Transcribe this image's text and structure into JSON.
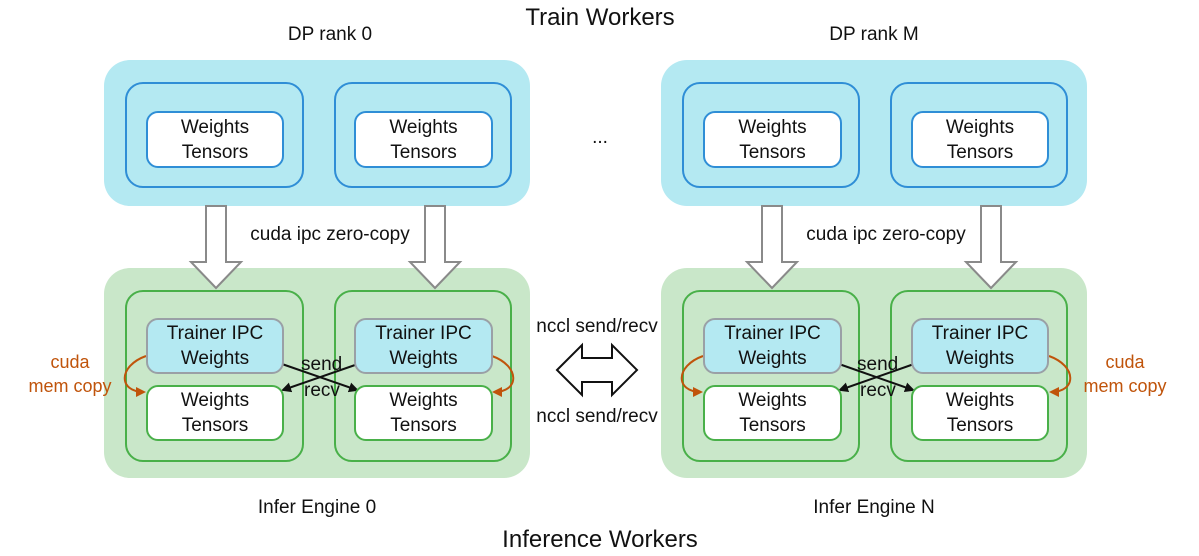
{
  "titles": {
    "train_workers": "Train Workers",
    "inference_workers": "Inference Workers"
  },
  "train": {
    "dp_left": "DP rank 0",
    "dp_right": "DP rank M",
    "ellipsis": "...",
    "weights_line1": "Weights",
    "weights_line2": "Tensors"
  },
  "transfer": {
    "cuda_ipc_left": "cuda ipc zero-copy",
    "cuda_ipc_right": "cuda ipc zero-copy",
    "nccl_top": "nccl send/recv",
    "nccl_bottom": "nccl send/recv",
    "send": "send",
    "recv": "recv",
    "cuda_mem_line1": "cuda",
    "cuda_mem_line2": "mem copy"
  },
  "infer": {
    "engine_left": "Infer Engine 0",
    "engine_right": "Infer Engine N",
    "ipc_line1": "Trainer IPC",
    "ipc_line2": "Weights",
    "weights_line1": "Weights",
    "weights_line2": "Tensors"
  },
  "colors": {
    "train_bg": "#b4e9f2",
    "infer_bg": "#c9e7c9",
    "blue_border": "#2f8ed6",
    "green_border": "#49b049",
    "mem_copy": "#c0540b"
  }
}
